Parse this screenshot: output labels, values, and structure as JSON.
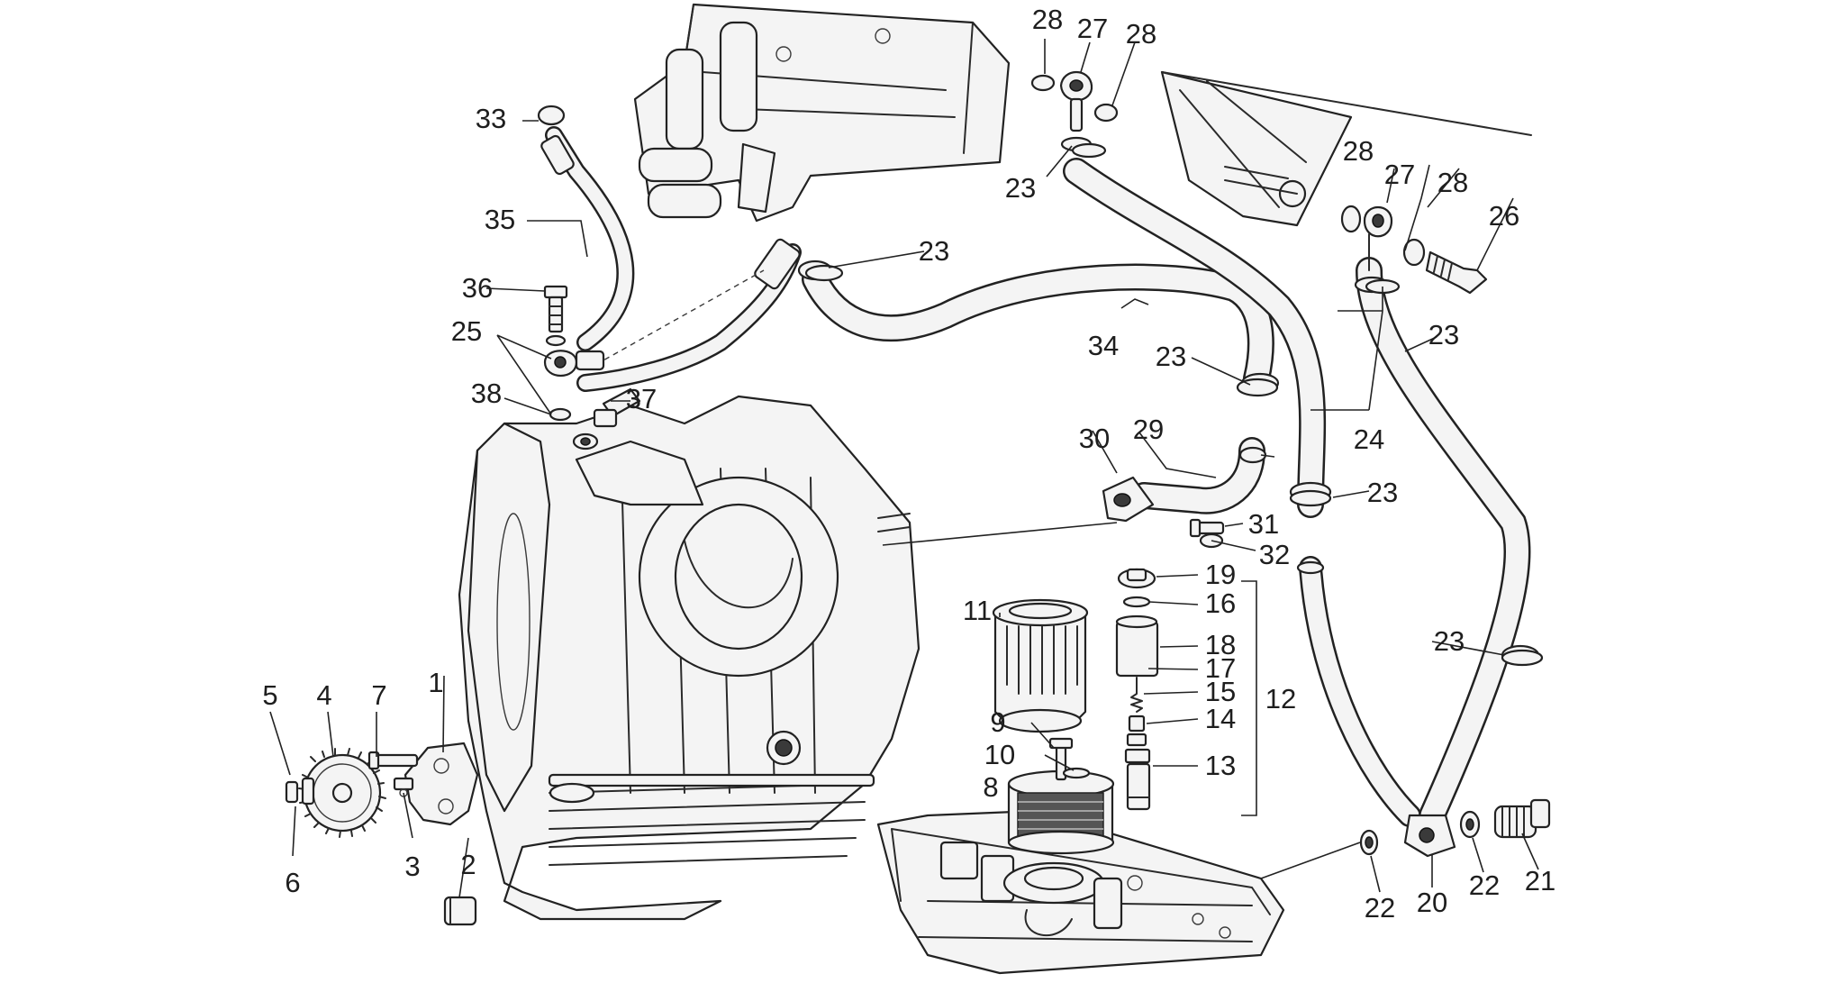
{
  "labels": [
    "1",
    "2",
    "3",
    "4",
    "5",
    "6",
    "7",
    "8",
    "9",
    "10",
    "11",
    "12",
    "13",
    "14",
    "15",
    "16",
    "17",
    "18",
    "19",
    "20",
    "21",
    "22",
    "23",
    "24",
    "25",
    "26",
    "27",
    "28",
    "29",
    "30",
    "31",
    "32",
    "33",
    "34",
    "35",
    "36",
    "37",
    "38"
  ]
}
